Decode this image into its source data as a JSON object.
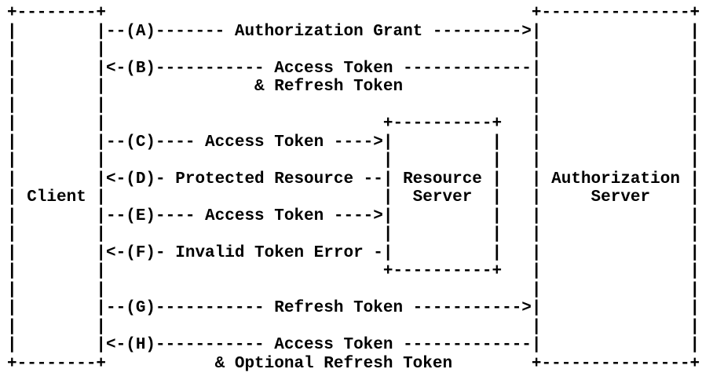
{
  "colors": {
    "background": "#ffffff",
    "text": "#000000"
  },
  "diagram": {
    "actors": [
      {
        "name": "Client"
      },
      {
        "name": "Resource Server"
      },
      {
        "name": "Authorization Server"
      }
    ],
    "steps": [
      {
        "id": "A",
        "from": "Client",
        "to": "Authorization Server",
        "label": "Authorization Grant"
      },
      {
        "id": "B",
        "from": "Authorization Server",
        "to": "Client",
        "label": "Access Token & Refresh Token"
      },
      {
        "id": "C",
        "from": "Client",
        "to": "Resource Server",
        "label": "Access Token"
      },
      {
        "id": "D",
        "from": "Resource Server",
        "to": "Client",
        "label": "Protected Resource"
      },
      {
        "id": "E",
        "from": "Client",
        "to": "Resource Server",
        "label": "Access Token"
      },
      {
        "id": "F",
        "from": "Resource Server",
        "to": "Client",
        "label": "Invalid Token Error"
      },
      {
        "id": "G",
        "from": "Client",
        "to": "Authorization Server",
        "label": "Refresh Token"
      },
      {
        "id": "H",
        "from": "Authorization Server",
        "to": "Client",
        "label": "Access Token & Optional Refresh Token"
      }
    ],
    "ascii_lines": [
      "+--------+                                           +---------------+",
      "|        |--(A)------- Authorization Grant --------->|               |",
      "|        |                                           |               |",
      "|        |<-(B)----------- Access Token -------------|               |",
      "|        |               & Refresh Token             |               |",
      "|        |                                           |               |",
      "|        |                            +----------+   |               |",
      "|        |--(C)---- Access Token ---->|          |   |               |",
      "|        |                            |          |   |               |",
      "|        |<-(D)- Protected Resource --| Resource |   | Authorization |",
      "| Client |                            |  Server  |   |     Server    |",
      "|        |--(E)---- Access Token ---->|          |   |               |",
      "|        |                            |          |   |               |",
      "|        |<-(F)- Invalid Token Error -|          |   |               |",
      "|        |                            +----------+   |               |",
      "|        |                                           |               |",
      "|        |--(G)----------- Refresh Token ----------->|               |",
      "|        |                                           |               |",
      "|        |<-(H)----------- Access Token -------------|               |",
      "+--------+           & Optional Refresh Token        +---------------+"
    ]
  }
}
